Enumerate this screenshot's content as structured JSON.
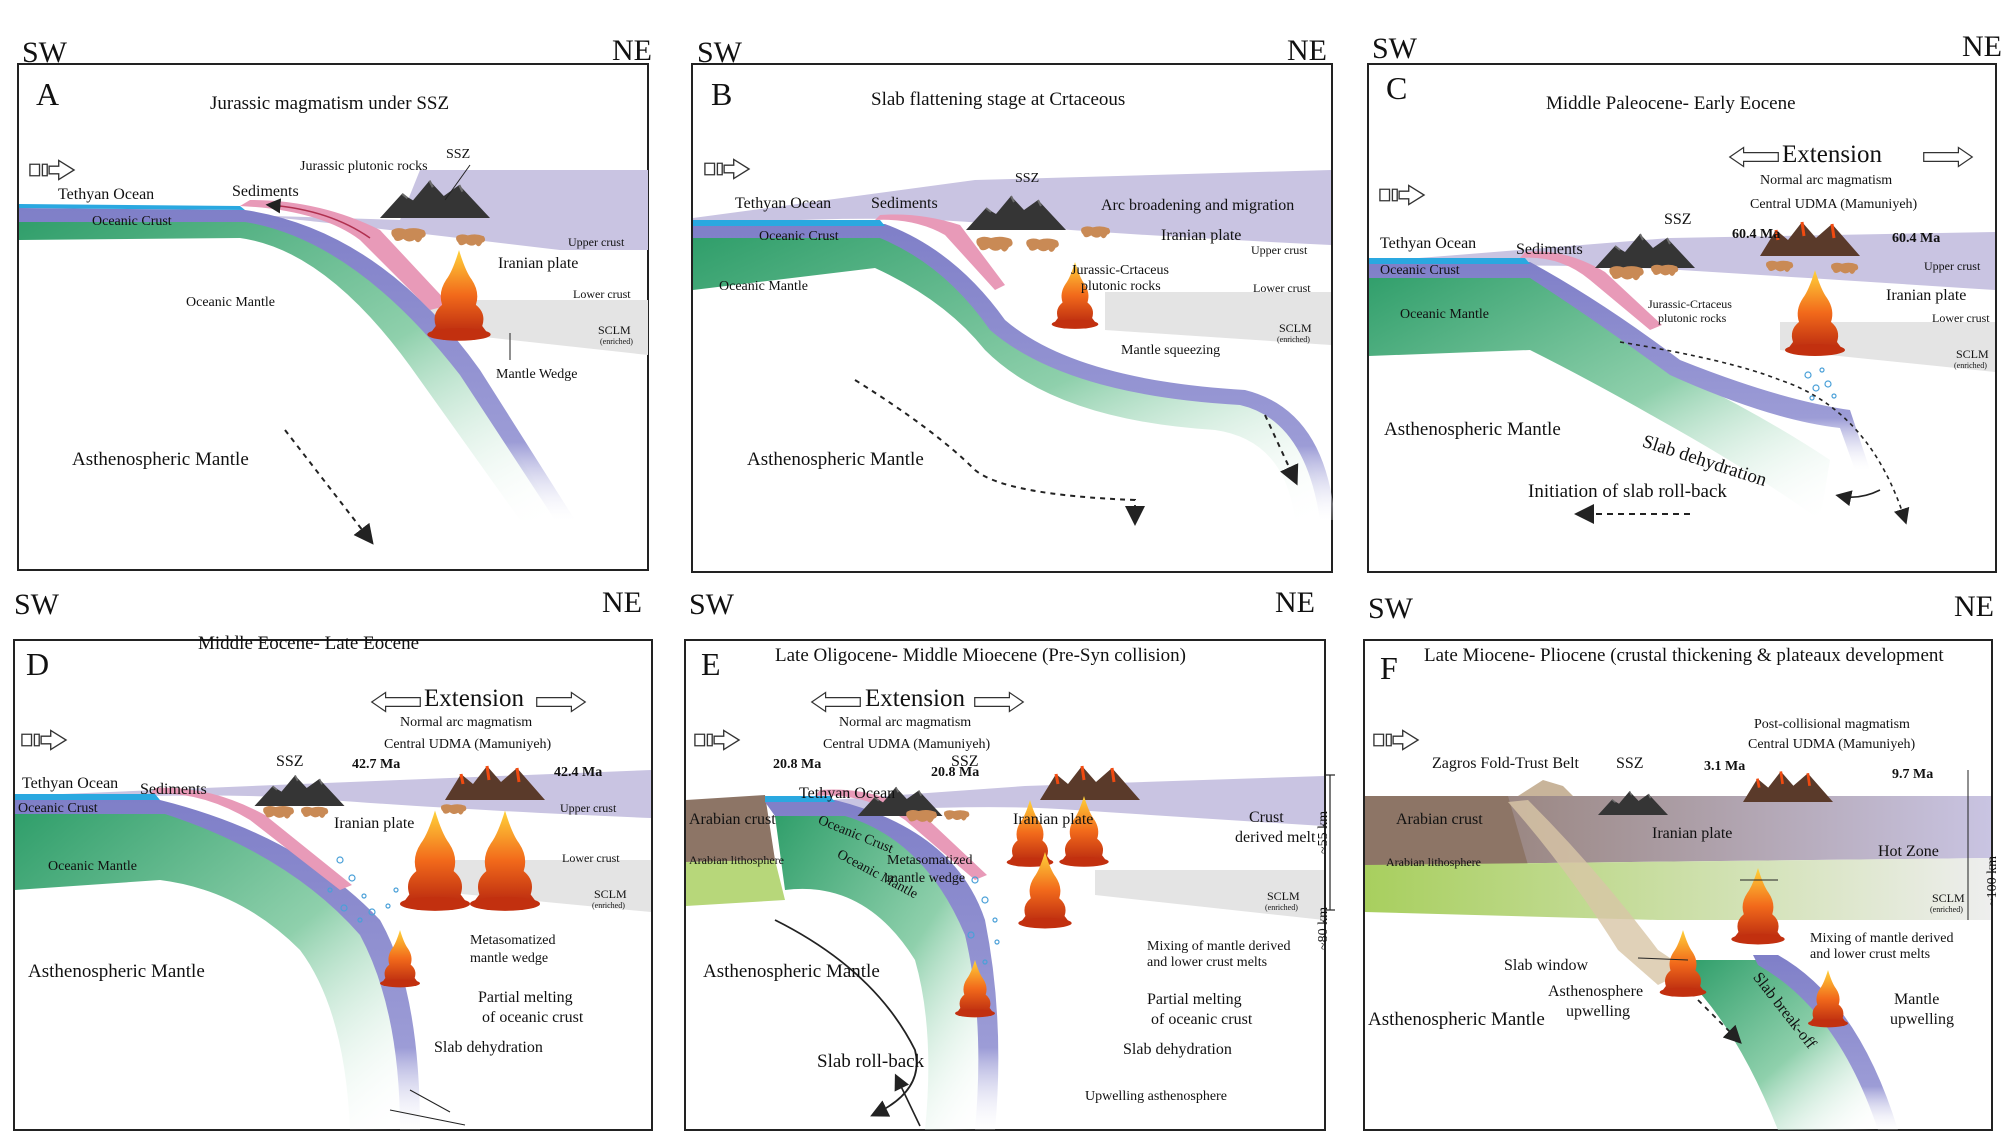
{
  "directions": {
    "sw": "SW",
    "ne": "NE"
  },
  "common": {
    "tethyan_ocean": "Tethyan Ocean",
    "oceanic_crust": "Oceanic Crust",
    "oceanic_mantle": "Oceanic Mantle",
    "sediments": "Sediments",
    "ssz": "SSZ",
    "iranian_plate": "Iranian plate",
    "upper_crust": "Upper crust",
    "lower_crust": "Lower crust",
    "sclm": "SCLM",
    "enriched": "(enriched)",
    "astheno_mantle": "Asthenospheric Mantle",
    "extension": "Extension",
    "normal_arc": "Normal arc magmatism",
    "central_udma": "Central UDMA (Mamuniyeh)",
    "slab_dehydration": "Slab dehydration",
    "arabian_crust": "Arabian crust",
    "arabian_lithosphere": "Arabian lithosphere",
    "partial_melting": "Partial melting",
    "of_oceanic_crust": "of oceanic crust"
  },
  "panels": {
    "a": {
      "letter": "A",
      "title": "Jurassic magmatism under SSZ",
      "jurassic_plutonic": "Jurassic plutonic rocks",
      "mantle_wedge": "Mantle Wedge"
    },
    "b": {
      "letter": "B",
      "title": "Slab flattening stage at Crtaceous",
      "arc_broadening": "Arc broadening and migration",
      "jc_plutonic_1": "Jurassic-Crtaceus",
      "jc_plutonic_2": "plutonic rocks",
      "mantle_squeezing": "Mantle squeezing"
    },
    "c": {
      "letter": "C",
      "title": "Middle Paleocene- Early Eocene",
      "age_left": "60.4 Ma",
      "age_right": "60.4 Ma",
      "jc_plutonic_1": "Jurassic-Crtaceus",
      "jc_plutonic_2": "plutonic rocks",
      "slab_rollback": "Initiation of slab roll-back"
    },
    "d": {
      "letter": "D",
      "title": "Middle Eocene- Late Eocene",
      "age_left": "42.7 Ma",
      "age_right": "42.4 Ma",
      "meta_1": "Metasomatized",
      "meta_2": "mantle wedge"
    },
    "e": {
      "letter": "E",
      "title": "Late Oligocene- Middle Mioecene (Pre-Syn collision)",
      "age_left": "20.8 Ma",
      "age_right": "20.8 Ma",
      "crust_derived_1": "Crust",
      "crust_derived_2": "derived melt",
      "meta_1": "Metasomatized",
      "meta_2": "mantle wedge",
      "mixing_1": "Mixing of mantle derived",
      "mixing_2": "and lower crust melts",
      "slab_rollback": "Slab roll-back",
      "upwelling_astheno": "Upwelling asthenosphere",
      "depth_55": "~55 km",
      "depth_80": "~80 km"
    },
    "f": {
      "letter": "F",
      "title": "Late Miocene- Pliocene (crustal thickening & plateaux development",
      "post_collisional": "Post-collisional magmatism",
      "zagros": "Zagros Fold-Trust Belt",
      "age_left": "3.1 Ma",
      "age_right": "9.7 Ma",
      "hot_zone": "Hot Zone",
      "mixing_1": "Mixing of mantle derived",
      "mixing_2": "and lower crust melts",
      "slab_window": "Slab window",
      "astheno_up_1": "Asthenosphere",
      "astheno_up_2": "upwelling",
      "slab_breakoff": "Slab break-off",
      "mantle_up_1": "Mantle",
      "mantle_up_2": "upwelling",
      "depth_100": "~100 km"
    }
  },
  "colors": {
    "ocean": "#2aa8e0",
    "oceanic_crust": "#8f8fd0",
    "crust": "#c9c4e2",
    "sclm": "#e4e4e4",
    "oceanic_mantle": "#2f9e6a",
    "sediments": "#e89ab8",
    "magma": "#f06a1e",
    "volcano": "#3a3a3a",
    "arabian_crust": "#8d7566",
    "arabian_litho": "#b7d77a",
    "plutonic": "#c98a55"
  }
}
